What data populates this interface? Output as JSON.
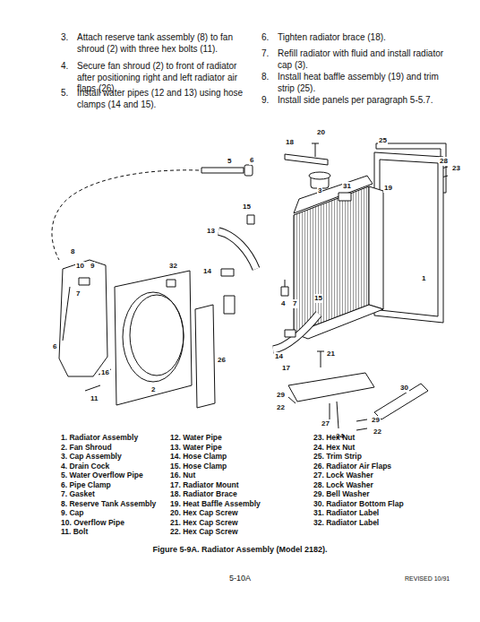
{
  "diagram": {
    "caption": "Figure 5-9A. Radiator Assembly (Model 2182).",
    "labels": [
      "3.",
      "Attach reserve tank assembly (8) to fan shroud (2) with three hex bolts (11).",
      "4.",
      "Secure fan shroud (2) to front of radiator after positioning right and left radiator air flaps (26).",
      "5.",
      "Install water pipes (12 and 13) using hose clamps (14 and 15).",
      "6.",
      "Tighten radiator brace (18).",
      "7.",
      "Refill radiator with fluid and install radiator cap (3).",
      "8.",
      "Install heat baffle assembly (19) and trim strip (25).",
      "9.",
      "Install side panels per paragraph 5-5.7.",
      "20",
      "18",
      "5",
      "6",
      "25",
      "28",
      "23",
      "3",
      "31",
      "19",
      "15",
      "13",
      "8",
      "10",
      "9",
      "32",
      "14",
      "1",
      "7",
      "4",
      "7",
      "15",
      "16",
      "26",
      "14",
      "21",
      "17",
      "6",
      "11",
      "2",
      "29",
      "22",
      "27",
      "24",
      "29",
      "22",
      "30",
      "1. Radiator Assembly",
      "2. Fan Shroud",
      "3. Cap Assembly",
      "4. Drain Cock",
      "5. Water Overflow Pipe",
      "6. Pipe Clamp",
      "7. Gasket",
      "8. Reserve Tank Assembly",
      "9. Cap",
      "10. Overflow Pipe",
      "11. Bolt",
      "12. Water Pipe",
      "13. Water Pipe",
      "14. Hose Clamp",
      "15. Hose Clamp",
      "16. Nut",
      "17. Radiator Mount",
      "18. Radiator Brace",
      "19. Heat Baffle Assembly",
      "20. Hex Cap Screw",
      "21. Hex Cap Screw",
      "22. Hex Cap Screw",
      "23. Hex Nut",
      "24. Hex Nut",
      "25. Trim Strip",
      "26. Radiator Air Flaps",
      "27. Lock Washer",
      "28. Lock Washer",
      "29. Bell Washer",
      "30. Radiator Bottom Flap",
      "31. Radiator Label",
      "32. Radiator Label",
      "5-10A",
      "REVISED 10/91"
    ]
  }
}
